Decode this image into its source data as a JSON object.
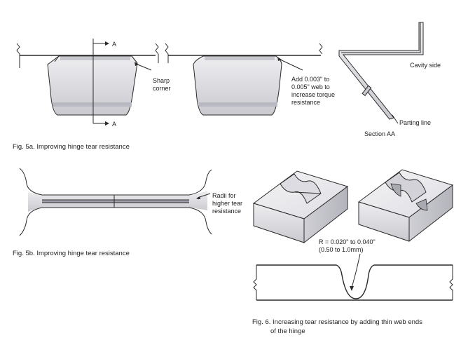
{
  "fig5a": {
    "caption": "Fig. 5a.  Improving hinge tear resistance",
    "section_mark_top": "A",
    "section_mark_bottom": "A",
    "sharp_corner": [
      "Sharp",
      "corner"
    ],
    "web_note": [
      "Add 0.003\" to",
      "0.005\" web to",
      "increase torque",
      "resistance"
    ],
    "cavity_side": "Cavity side",
    "parting_line": "Parting line",
    "section_label": "Section AA"
  },
  "fig5b": {
    "caption": "Fig. 5b.  Improving hinge tear resistance",
    "radii_note": [
      "Radii for",
      "higher tear",
      "resistance"
    ]
  },
  "fig6": {
    "radius_note": [
      "R = 0.020\" to 0.040\"",
      "(0.50 to 1.0mm)"
    ],
    "caption": [
      "Fig. 6.  Increasing tear resistance by adding thin web ends",
      "of the hinge"
    ]
  },
  "colors": {
    "block_fill": "#d9d9de",
    "block_band": "#b8b8c0",
    "line": "#2a2a2a",
    "caption_text": "#222222"
  }
}
